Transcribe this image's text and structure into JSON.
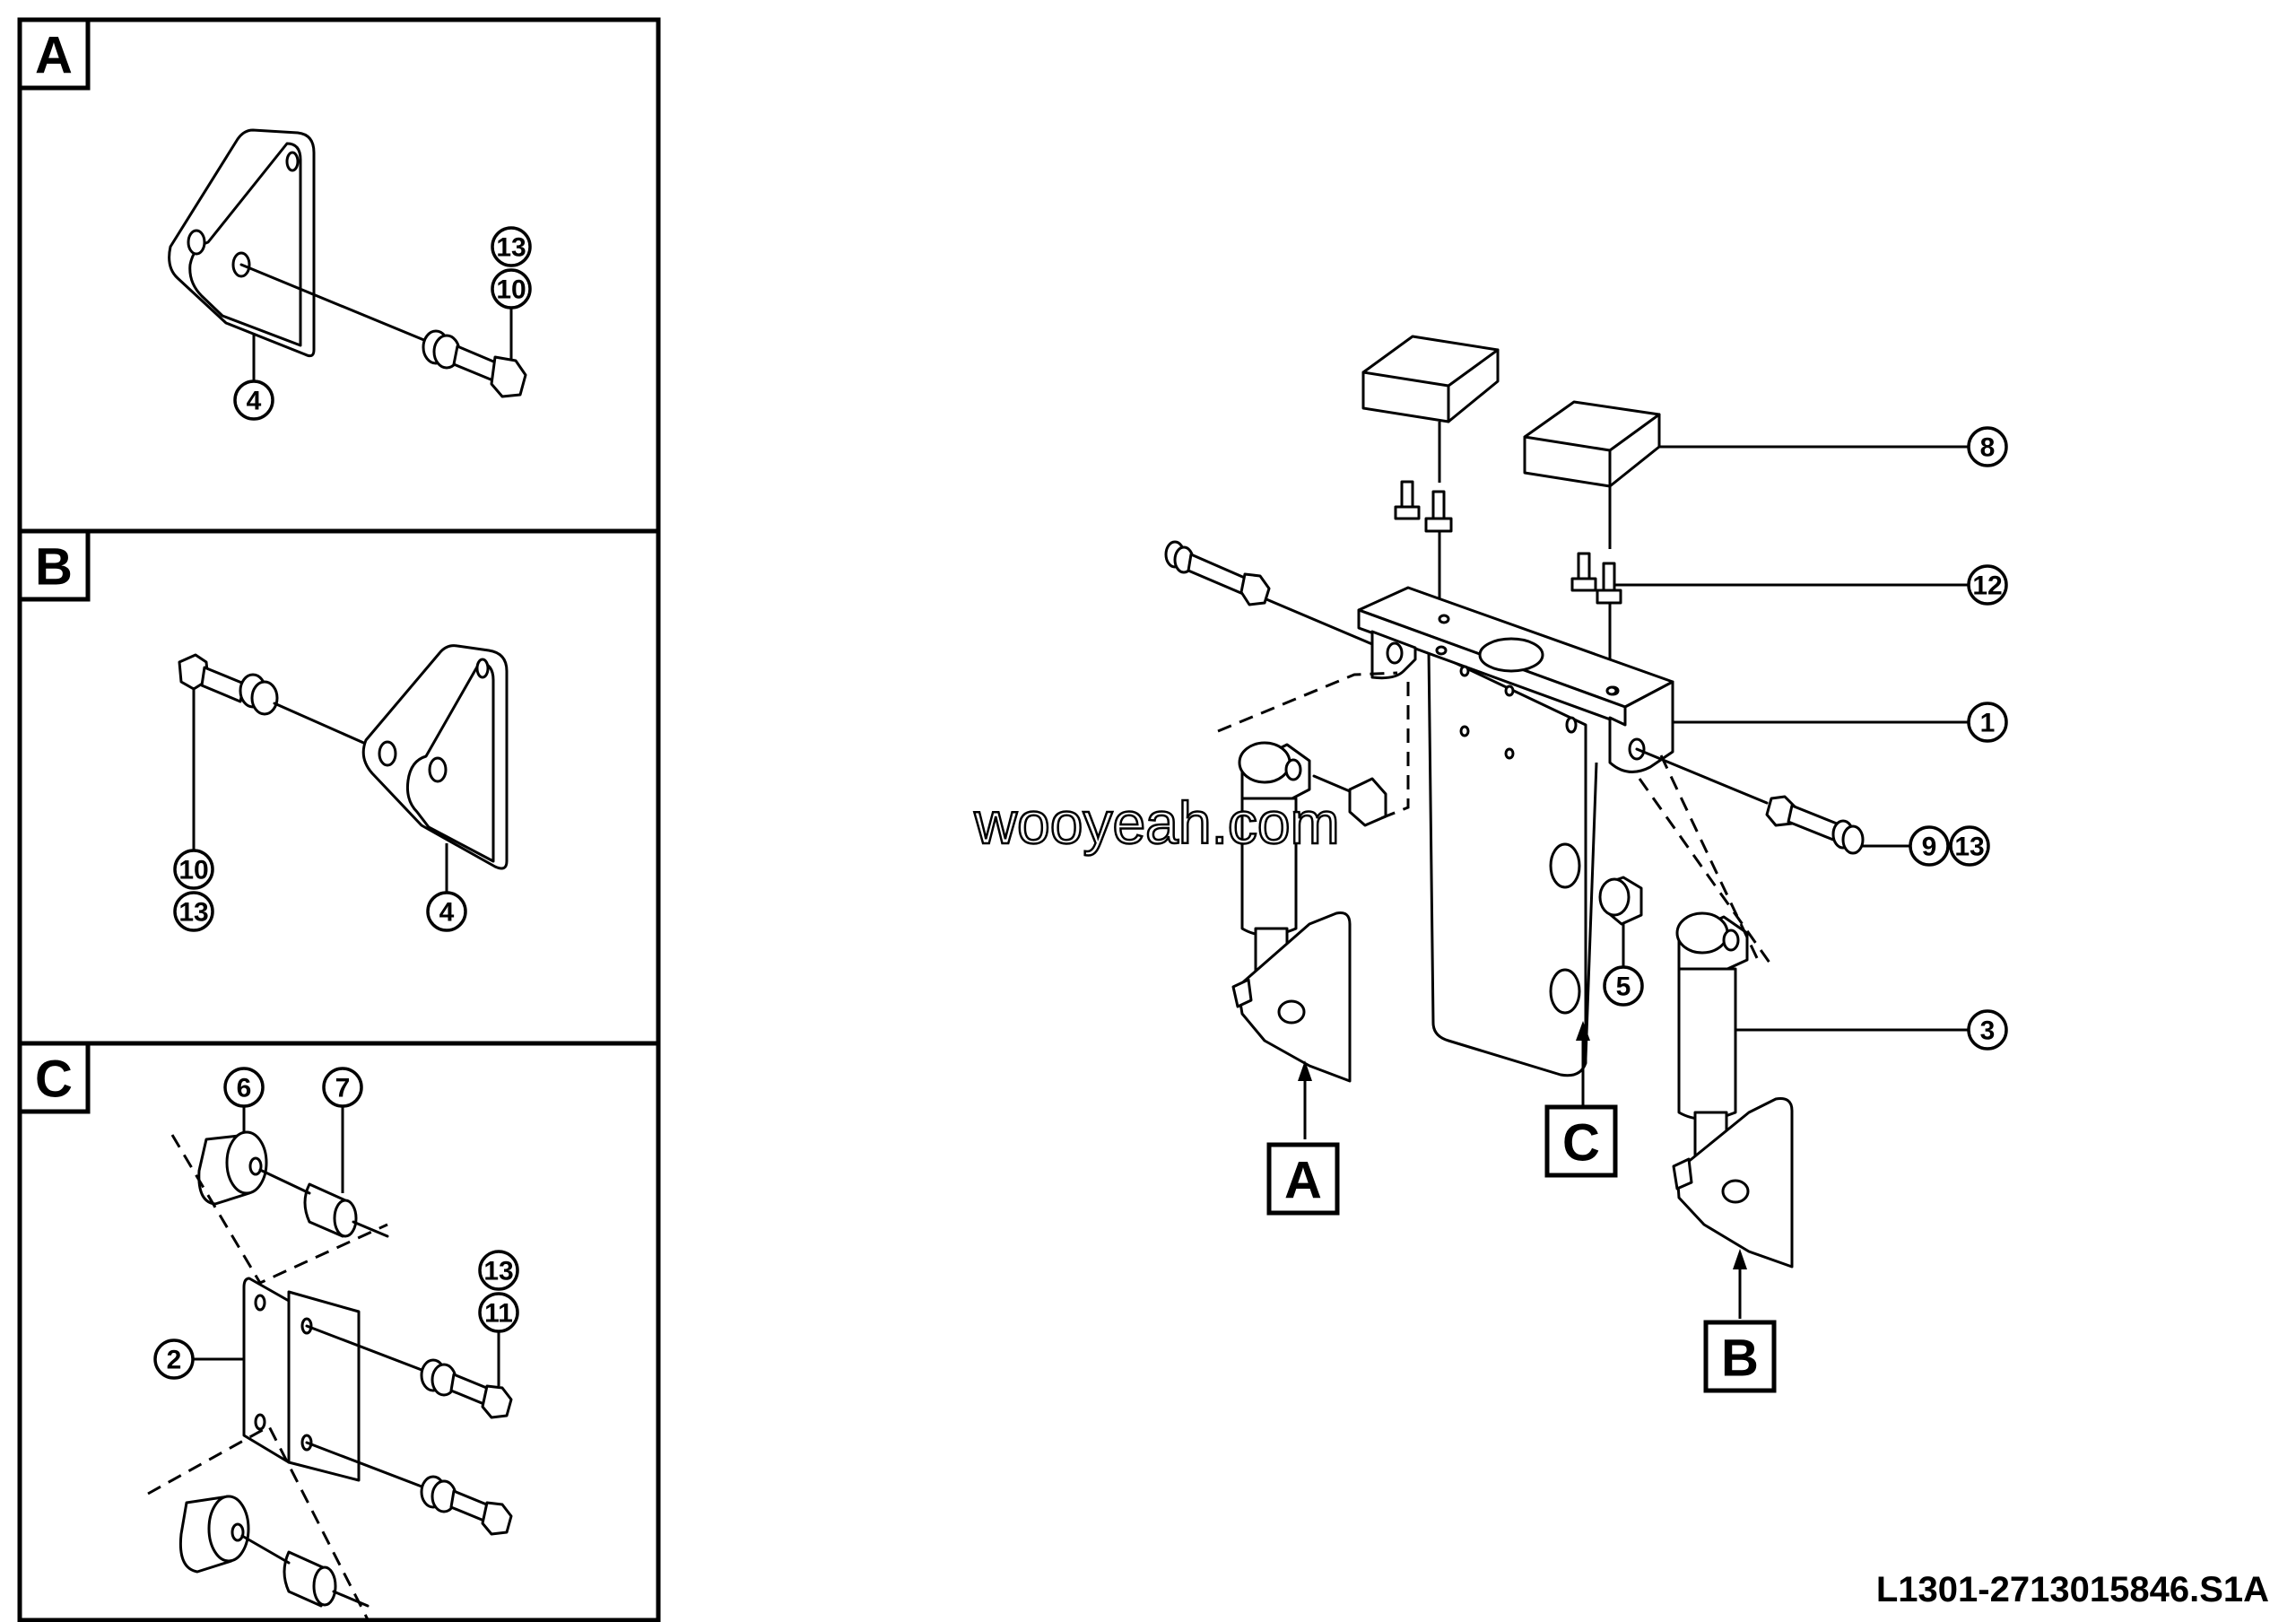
{
  "detail_panels": [
    {
      "label": "A",
      "callouts": [
        "13",
        "10",
        "4"
      ]
    },
    {
      "label": "B",
      "callouts": [
        "10",
        "13",
        "4"
      ]
    },
    {
      "label": "C",
      "callouts": [
        "6",
        "7",
        "13",
        "11",
        "2"
      ]
    }
  ],
  "main_view": {
    "callouts": [
      "8",
      "12",
      "1",
      "9",
      "13",
      "5",
      "3"
    ],
    "view_labels": [
      "A",
      "C",
      "B"
    ]
  },
  "watermark": "wooyeah.com",
  "reference_code": "L1301-2713015846.S1A"
}
